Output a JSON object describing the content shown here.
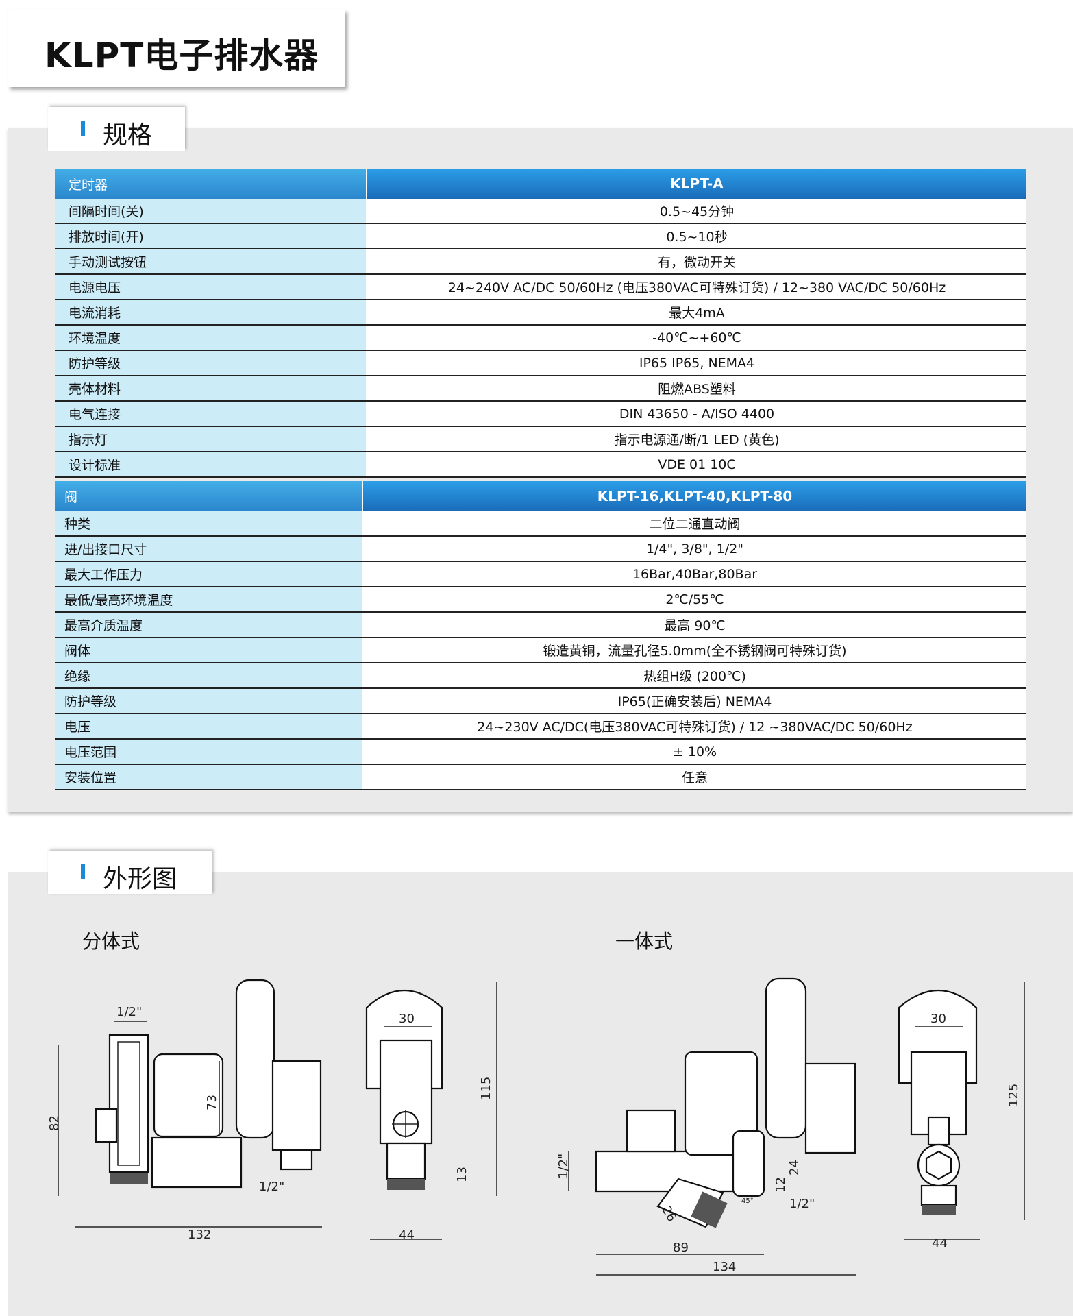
{
  "title": "KLPT电子排水器",
  "spec_section": "规格",
  "shape_section": "外形图",
  "timer_table": {
    "header": [
      "定时器",
      "KLPT-A"
    ],
    "rows": [
      [
        "间隔时间(关)",
        "0.5~45分钟"
      ],
      [
        "排放时间(开)",
        "0.5~10秒"
      ],
      [
        "手动测试按钮",
        "有，微动开关"
      ],
      [
        "电源电压",
        "24~240V AC/DC 50/60Hz (电压380VAC可特殊订货) / 12~380 VAC/DC 50/60Hz"
      ],
      [
        "电流消耗",
        "最大4mA"
      ],
      [
        "环境温度",
        "-40℃~+60℃"
      ],
      [
        "防护等级",
        "IP65 IP65, NEMA4"
      ],
      [
        "壳体材料",
        "阻燃ABS塑料"
      ],
      [
        "电气连接",
        "DIN 43650 - A/ISO 4400"
      ],
      [
        "指示灯",
        "指示电源通/断/1 LED (黄色)"
      ],
      [
        "设计标准",
        "VDE 01 10C"
      ]
    ]
  },
  "valve_table": {
    "header": [
      "阀",
      "KLPT-16,KLPT-40,KLPT-80"
    ],
    "rows": [
      [
        "种类",
        "二位二通直动阀"
      ],
      [
        "进/出接口尺寸",
        "1/4\", 3/8\", 1/2\""
      ],
      [
        "最大工作压力",
        "16Bar,40Bar,80Bar"
      ],
      [
        "最低/最高环境温度",
        "2℃/55℃"
      ],
      [
        "最高介质温度",
        "最高 90℃"
      ],
      [
        "阀体",
        "锻造黄铜，流量孔径5.0mm(全不锈钢阀可特殊订货)"
      ],
      [
        "绝缘",
        "热组H级 (200℃)"
      ],
      [
        "防护等级",
        "IP65(正确安装后) NEMA4"
      ],
      [
        "电压",
        "24~230V AC/DC(电压380VAC可特殊订货) / 12 ~380VAC/DC 50/60Hz"
      ],
      [
        "电压范围",
        "± 10%"
      ],
      [
        "安装位置",
        "任意"
      ]
    ]
  },
  "drawings": {
    "split_label": "分体式",
    "integral_label": "一体式",
    "split_dims": {
      "port_top": "1/2\"",
      "height": "82",
      "coil": "73",
      "port_side": "1/2\"",
      "length": "132",
      "width_top": "30",
      "total_height": "115",
      "base": "13",
      "width": "44"
    },
    "integral_dims": {
      "port_left": "1/2\"",
      "d26": "26",
      "d89": "89",
      "d134": "134",
      "d12": "12",
      "d24": "24",
      "angle": "45°",
      "port_right": "1/2\"",
      "width_top": "30",
      "total_height": "125",
      "width": "44"
    }
  },
  "colors": {
    "header_blue": "#1a6bb8",
    "key_bg": "#ccecf8",
    "accent": "#1b8ad6",
    "panel": "#eaeaea"
  }
}
